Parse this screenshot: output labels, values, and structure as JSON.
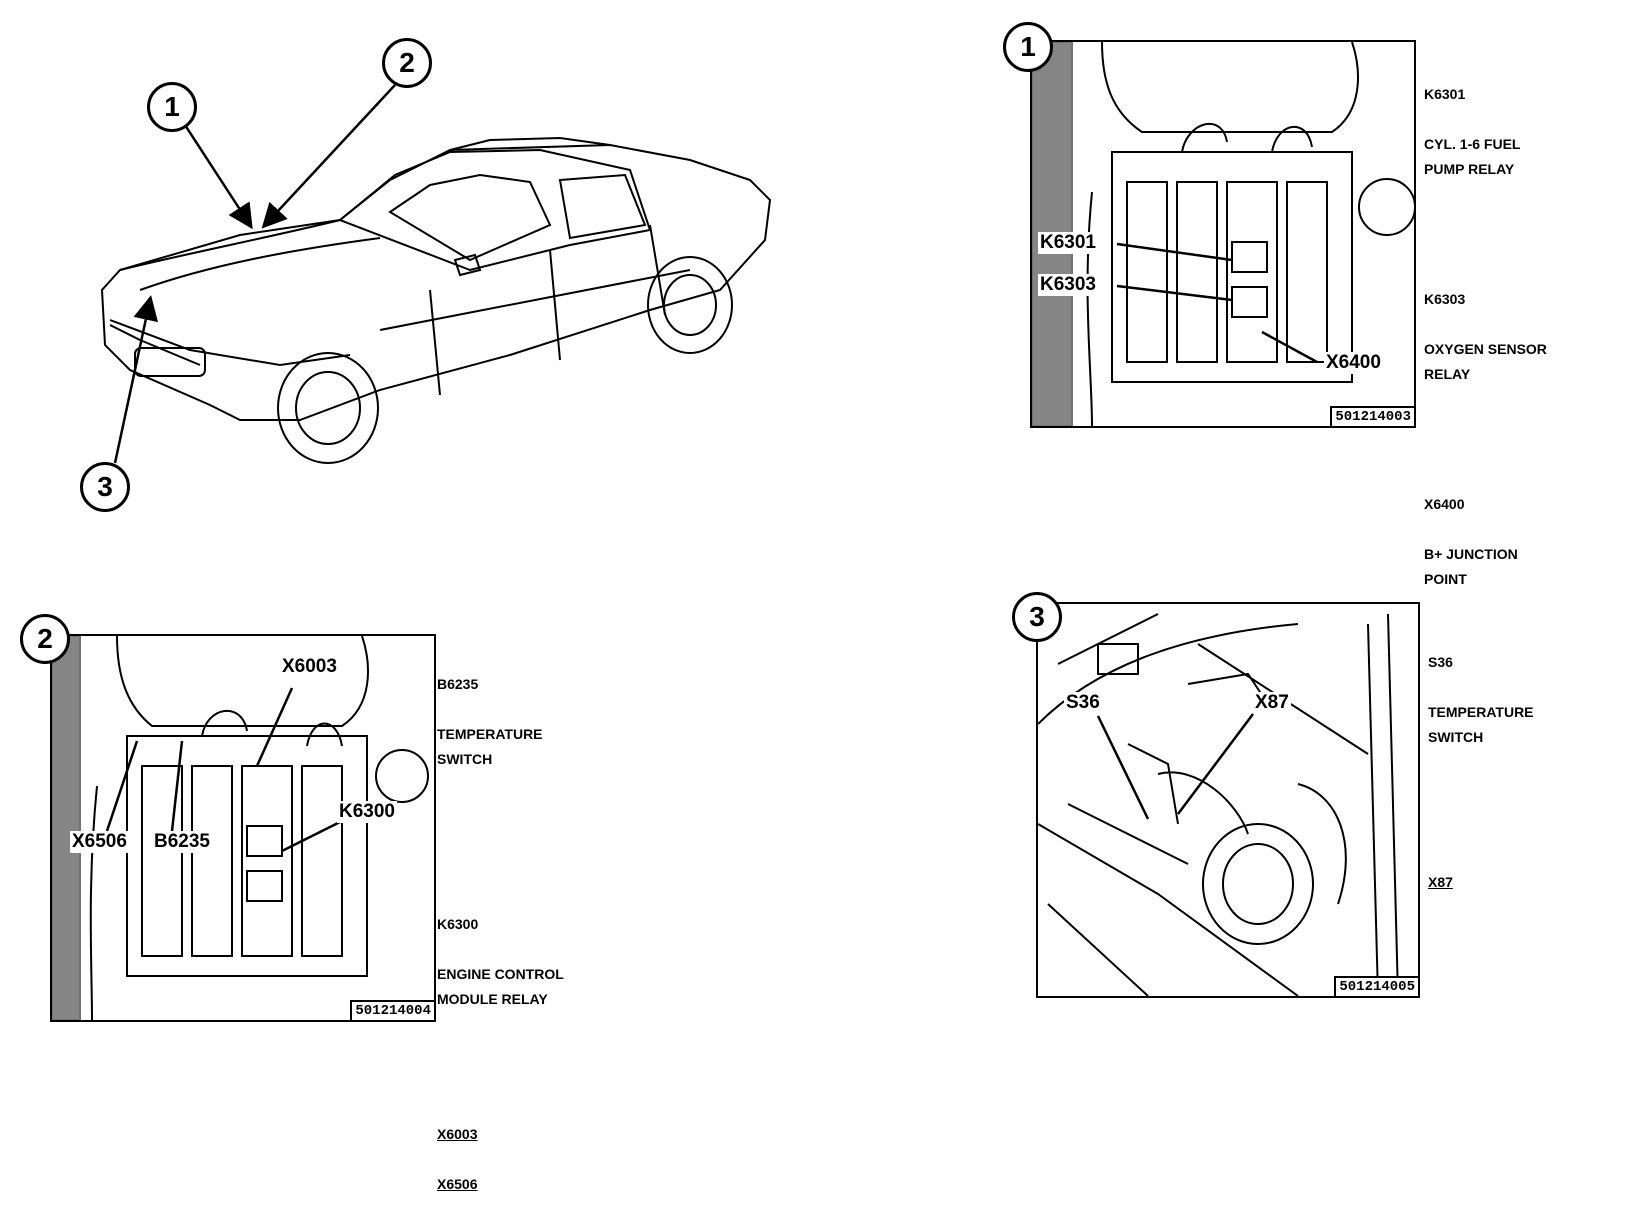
{
  "callouts": {
    "c1": "1",
    "c2": "2",
    "c3": "3"
  },
  "panels": {
    "p1": {
      "partno": "501214003",
      "labels": {
        "k6301": "K6301",
        "k6303": "K6303",
        "x6400": "X6400"
      },
      "legend": [
        {
          "code": "K6301",
          "text": "CYL. 1-6 FUEL\nPUMP RELAY"
        },
        {
          "code": "K6303",
          "text": "OXYGEN SENSOR\nRELAY"
        },
        {
          "code": "X6400",
          "text": "B+ JUNCTION\nPOINT"
        }
      ]
    },
    "p2": {
      "partno": "501214004",
      "labels": {
        "x6003": "X6003",
        "k6300": "K6300",
        "x6506": "X6506",
        "b6235": "B6235"
      },
      "legend": [
        {
          "code": "B6235",
          "text": "TEMPERATURE\nSWITCH"
        },
        {
          "code": "K6300",
          "text": "ENGINE CONTROL\nMODULE RELAY"
        }
      ],
      "underlined": [
        "X6003",
        "X6506"
      ]
    },
    "p3": {
      "partno": "501214005",
      "labels": {
        "s36": "S36",
        "x87": "X87"
      },
      "legend": [
        {
          "code": "S36",
          "text": "TEMPERATURE\nSWITCH"
        }
      ],
      "underlined": [
        "X87"
      ]
    }
  }
}
